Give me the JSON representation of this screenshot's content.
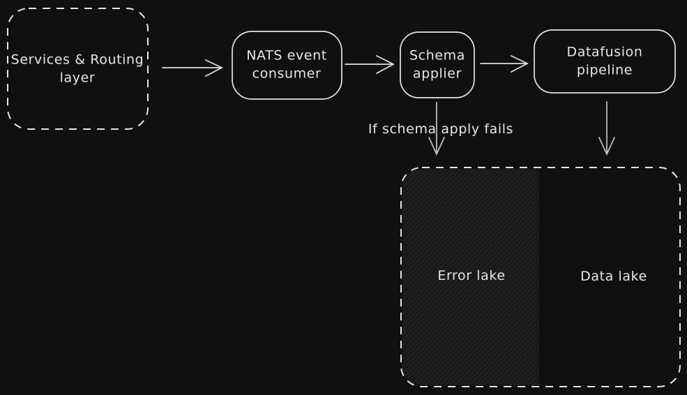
{
  "diagram": {
    "title": "Event ingestion pipeline diagram",
    "background_color": "#101010",
    "stroke_color": "#e7e7e7",
    "hatch_fill_color": "#181818",
    "hatch_line_color": "#262626",
    "nodes": {
      "services": {
        "label": "Services & Routing\nlayer",
        "style": "dashed"
      },
      "nats": {
        "label": "NATS event\nconsumer",
        "style": "solid"
      },
      "schema": {
        "label": "Schema\napplier",
        "style": "solid"
      },
      "datafusion": {
        "label": "Datafusion pipeline",
        "style": "solid"
      },
      "lake_container": {
        "label": "",
        "style": "dashed"
      },
      "error_lake": {
        "label": "Error lake",
        "style": "hatched-region"
      },
      "data_lake": {
        "label": "Data lake",
        "style": "plain-region"
      }
    },
    "annotations": {
      "schema_fail": {
        "label": "If schema apply fails"
      }
    },
    "edges": [
      {
        "from": "services",
        "to": "nats"
      },
      {
        "from": "nats",
        "to": "schema"
      },
      {
        "from": "schema",
        "to": "datafusion"
      },
      {
        "from": "schema",
        "to": "error_lake",
        "condition": "If schema apply fails"
      },
      {
        "from": "datafusion",
        "to": "data_lake"
      }
    ]
  }
}
